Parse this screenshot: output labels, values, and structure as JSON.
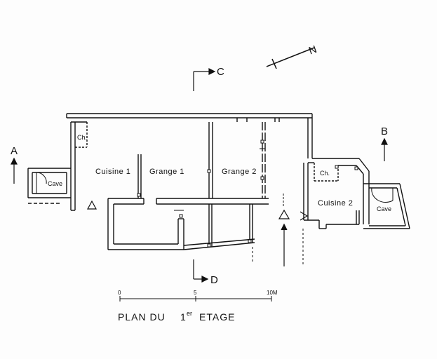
{
  "title": "PLAN DU",
  "title_floor_num": "1",
  "title_floor_sup": "er",
  "title_rest": "ETAGE",
  "rooms": {
    "cuisine1": "Cuisine 1",
    "grange1": "Grange 1",
    "grange2": "Grange 2",
    "cuisine2": "Cuisine 2",
    "ch_left": "Ch.",
    "ch_right": "Ch.",
    "cave_left": "Cave",
    "cave_right": "Cave"
  },
  "section_marks": {
    "a": "A",
    "b": "B",
    "c": "C",
    "d": "D"
  },
  "north": "N",
  "scale": {
    "zero": "0",
    "mid": "5",
    "end": "10M"
  }
}
